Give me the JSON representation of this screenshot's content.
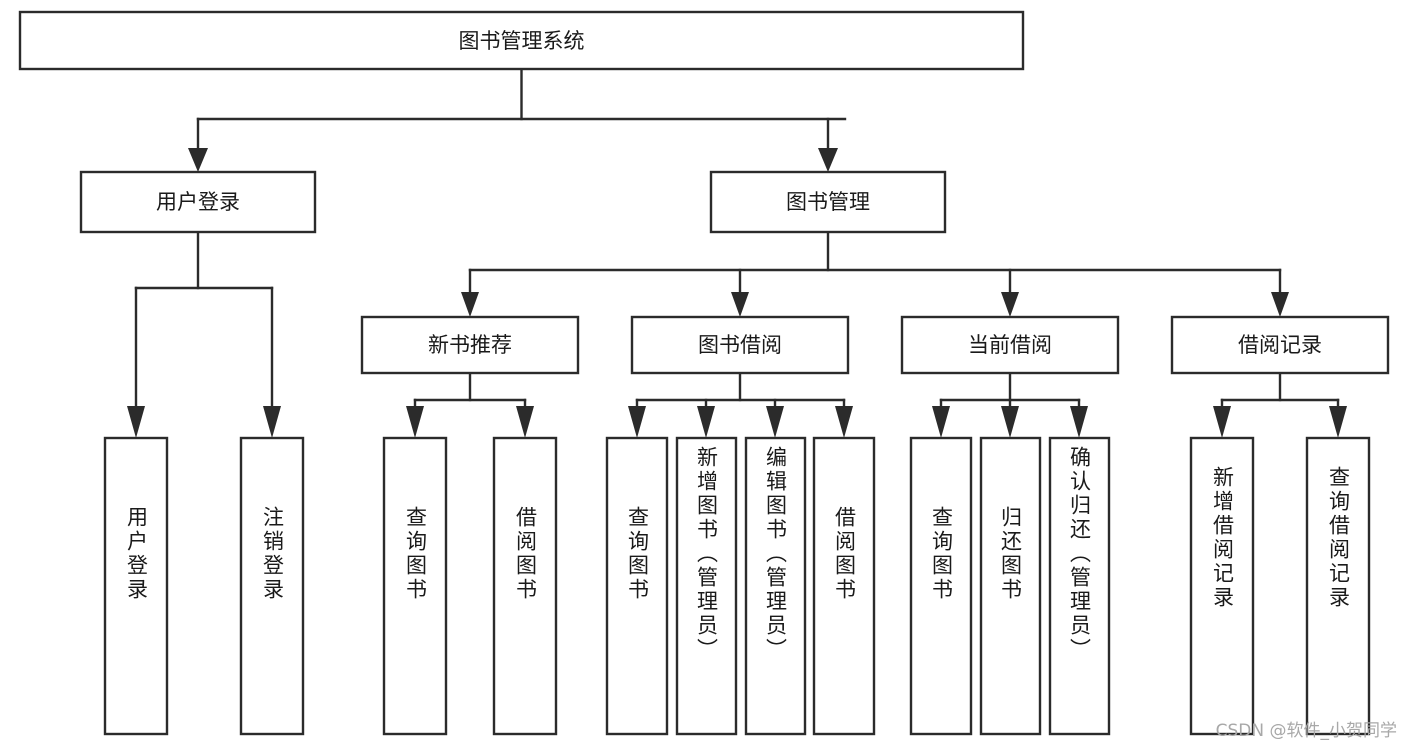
{
  "diagram": {
    "type": "hierarchy-tree",
    "title_node": {
      "id": "root",
      "label": "图书管理系统"
    },
    "level2": [
      {
        "id": "login",
        "label": "用户登录"
      },
      {
        "id": "bookmgmt",
        "label": "图书管理"
      }
    ],
    "level3": [
      {
        "id": "newbook",
        "label": "新书推荐",
        "parent": "bookmgmt"
      },
      {
        "id": "borrow",
        "label": "图书借阅",
        "parent": "bookmgmt"
      },
      {
        "id": "current",
        "label": "当前借阅",
        "parent": "bookmgmt"
      },
      {
        "id": "record",
        "label": "借阅记录",
        "parent": "bookmgmt"
      }
    ],
    "leaves": [
      {
        "id": "leaf-user-login",
        "label": "用户登录",
        "parent": "login"
      },
      {
        "id": "leaf-logout-login",
        "label": "注销登录",
        "parent": "login"
      },
      {
        "id": "leaf-query-book-1",
        "label": "查询图书",
        "parent": "newbook"
      },
      {
        "id": "leaf-borrow-book-1",
        "label": "借阅图书",
        "parent": "newbook"
      },
      {
        "id": "leaf-query-book-2",
        "label": "查询图书",
        "parent": "borrow"
      },
      {
        "id": "leaf-add-book",
        "label": "新增图书（管理员）",
        "parent": "borrow"
      },
      {
        "id": "leaf-edit-book",
        "label": "编辑图书（管理员）",
        "parent": "borrow"
      },
      {
        "id": "leaf-borrow-book-2",
        "label": "借阅图书",
        "parent": "borrow"
      },
      {
        "id": "leaf-query-book-3",
        "label": "查询图书",
        "parent": "current"
      },
      {
        "id": "leaf-return-book",
        "label": "归还图书",
        "parent": "current"
      },
      {
        "id": "leaf-confirm-return",
        "label": "确认归还（管理员）",
        "parent": "current"
      },
      {
        "id": "leaf-add-record",
        "label": "新增借阅记录",
        "parent": "record"
      },
      {
        "id": "leaf-query-record",
        "label": "查询借阅记录",
        "parent": "record"
      }
    ],
    "colors": {
      "stroke": "#2b2b2b",
      "fill": "#ffffff",
      "text": "#1a1a1a",
      "watermark": "#a8a8a8",
      "background": "#ffffff"
    }
  },
  "watermark": {
    "text": "CSDN @软件_小贺同学"
  }
}
